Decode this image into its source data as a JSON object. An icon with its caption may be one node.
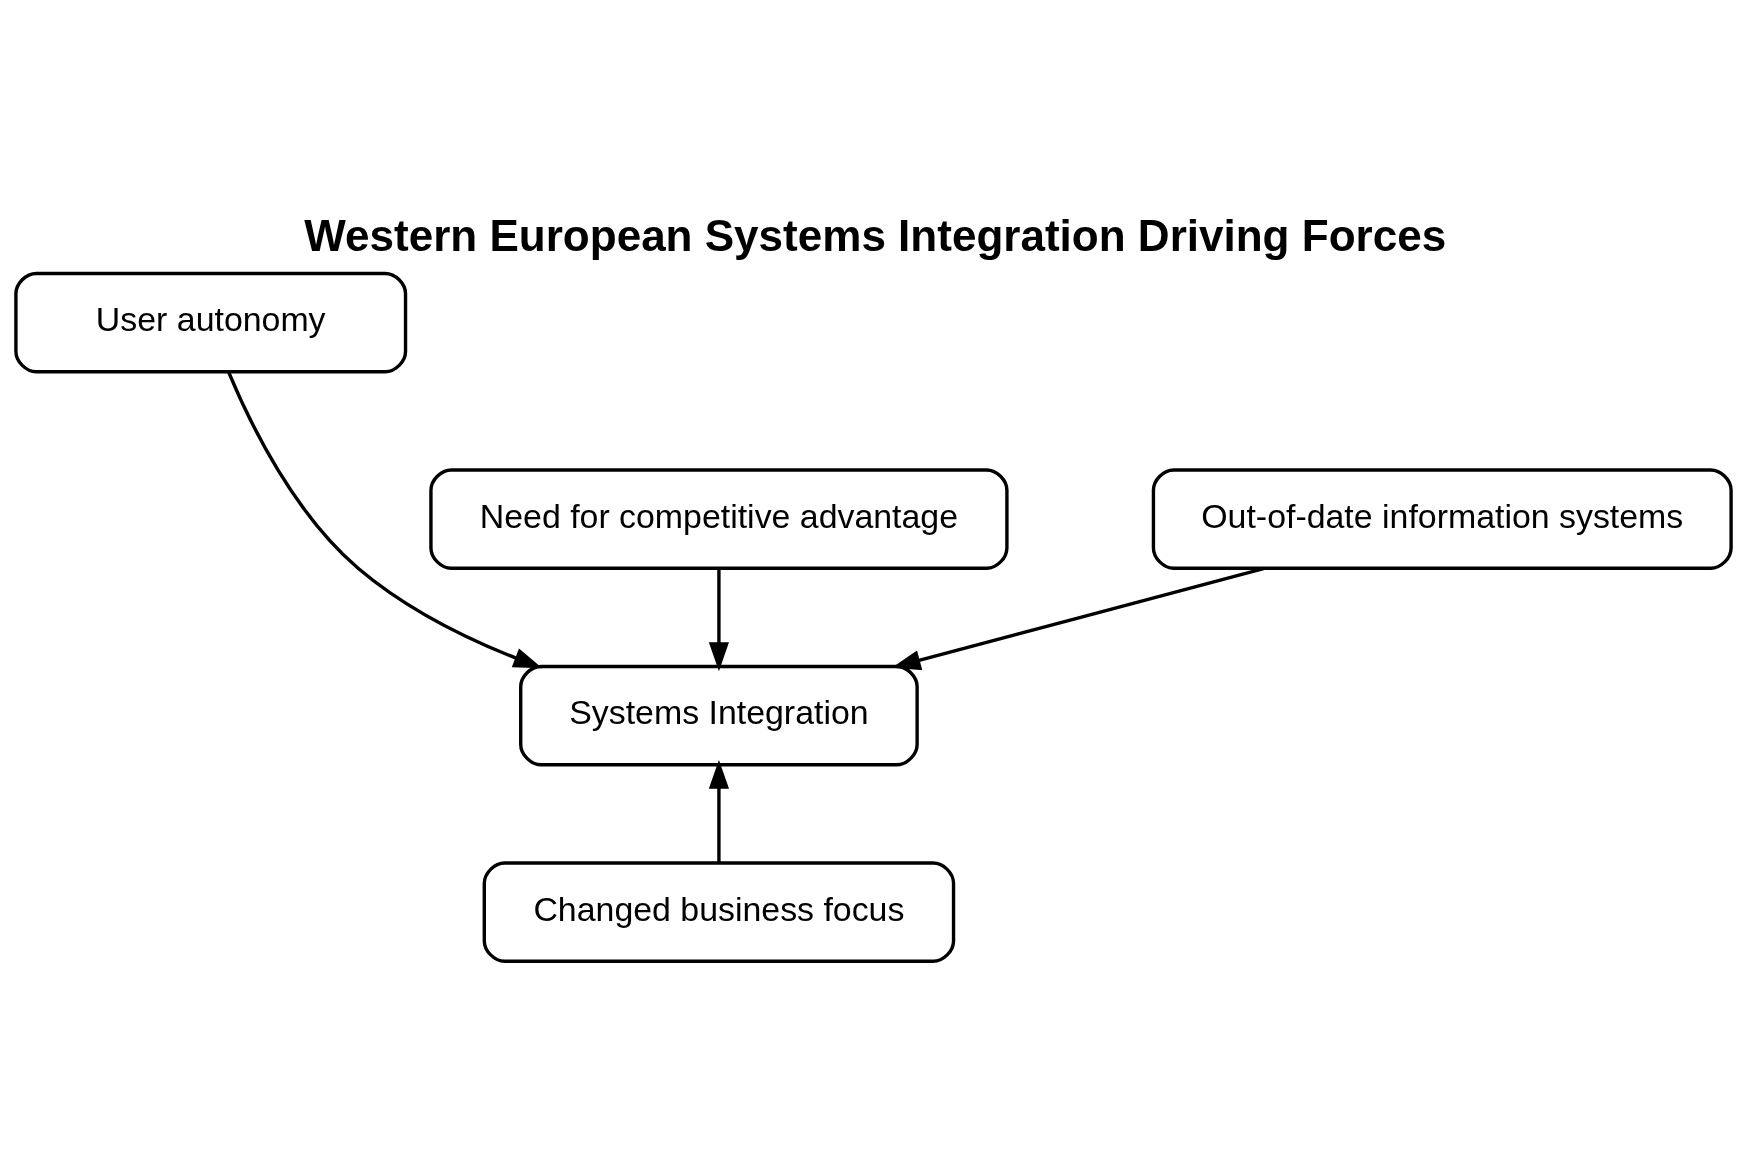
{
  "diagram": {
    "title": "Western European Systems Integration Driving Forces",
    "nodes": [
      {
        "text": [
          "User autonomy"
        ]
      },
      {
        "text": [
          "Need for competitive advantage"
        ]
      },
      {
        "text": [
          "Out-of-date information systems"
        ]
      },
      {
        "text": [
          "Systems Integration"
        ]
      },
      {
        "text": [
          "Changed business focus"
        ]
      }
    ],
    "edges": [
      {
        "from": 0,
        "to": 3,
        "arrow": "to"
      },
      {
        "from": 1,
        "to": 3,
        "arrow": "to"
      },
      {
        "from": 2,
        "to": 3,
        "arrow": "to"
      },
      {
        "from": 4,
        "to": 3,
        "arrow": "to"
      }
    ]
  }
}
